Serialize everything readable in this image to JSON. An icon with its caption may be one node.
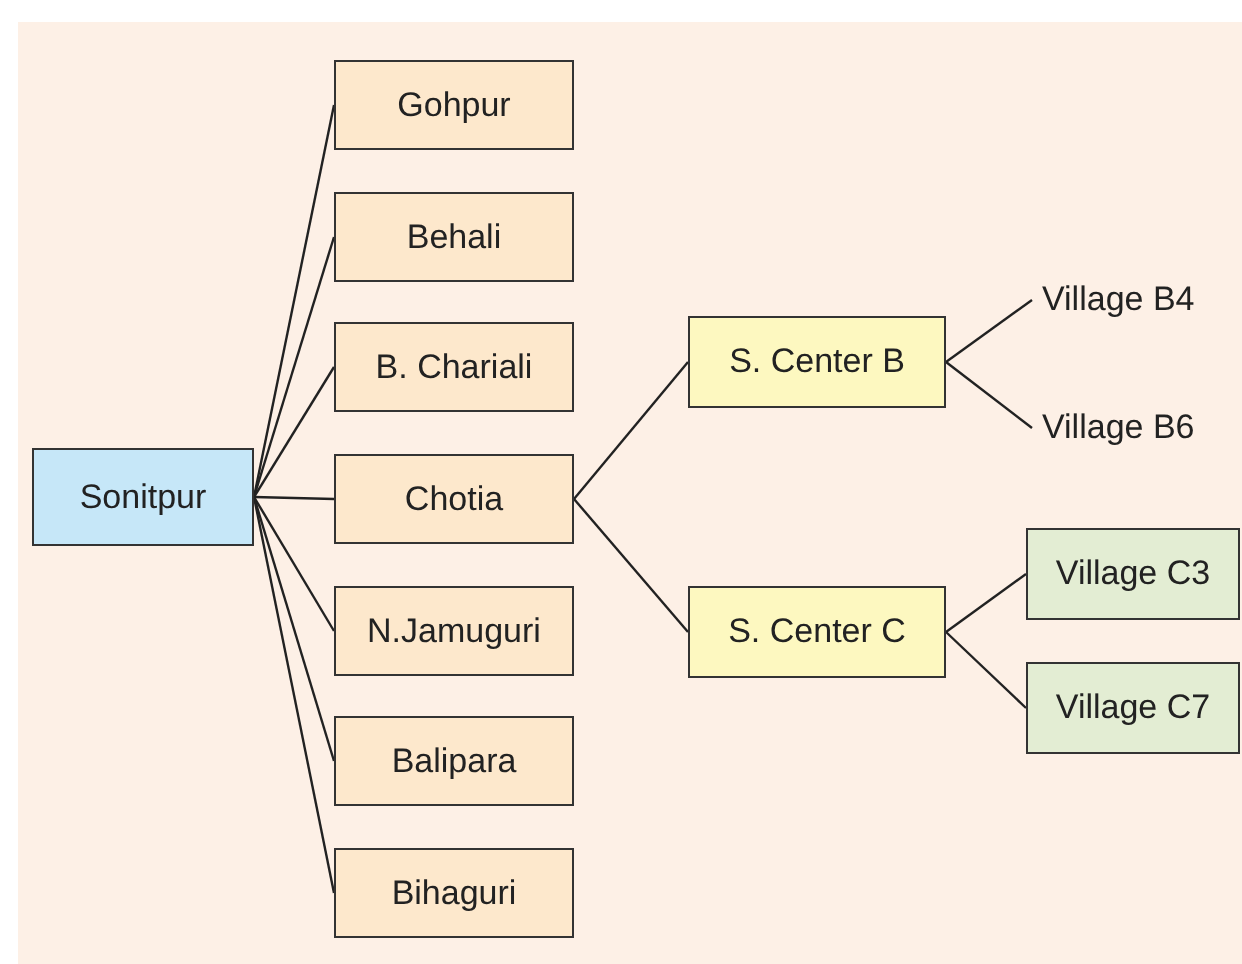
{
  "diagram": {
    "nodes": [
      {
        "text": [
          "Sonitpur"
        ]
      },
      {
        "text": [
          "Gohpur"
        ]
      },
      {
        "text": [
          "Behali"
        ]
      },
      {
        "text": [
          "B. Chariali"
        ]
      },
      {
        "text": [
          "Chotia"
        ]
      },
      {
        "text": [
          "N.Jamuguri"
        ]
      },
      {
        "text": [
          "Balipara"
        ]
      },
      {
        "text": [
          "Bihaguri"
        ]
      },
      {
        "text": [
          "S. Center B"
        ]
      },
      {
        "text": [
          "S. Center C"
        ]
      },
      {
        "text": [
          "Village B4"
        ]
      },
      {
        "text": [
          "Village B6"
        ]
      },
      {
        "text": [
          "Village C3"
        ]
      },
      {
        "text": [
          "Village C7"
        ]
      }
    ],
    "edges": [
      {
        "from": 0,
        "to": 1,
        "arrow": "none"
      },
      {
        "from": 0,
        "to": 2,
        "arrow": "none"
      },
      {
        "from": 0,
        "to": 3,
        "arrow": "none"
      },
      {
        "from": 0,
        "to": 4,
        "arrow": "none"
      },
      {
        "from": 0,
        "to": 5,
        "arrow": "none"
      },
      {
        "from": 0,
        "to": 6,
        "arrow": "none"
      },
      {
        "from": 0,
        "to": 7,
        "arrow": "none"
      },
      {
        "from": 4,
        "to": 8,
        "arrow": "none"
      },
      {
        "from": 4,
        "to": 9,
        "arrow": "none"
      },
      {
        "from": 8,
        "to": 10,
        "arrow": "none"
      },
      {
        "from": 8,
        "to": 11,
        "arrow": "none"
      },
      {
        "from": 9,
        "to": 12,
        "arrow": "none"
      },
      {
        "from": 9,
        "to": 13,
        "arrow": "none"
      }
    ]
  }
}
